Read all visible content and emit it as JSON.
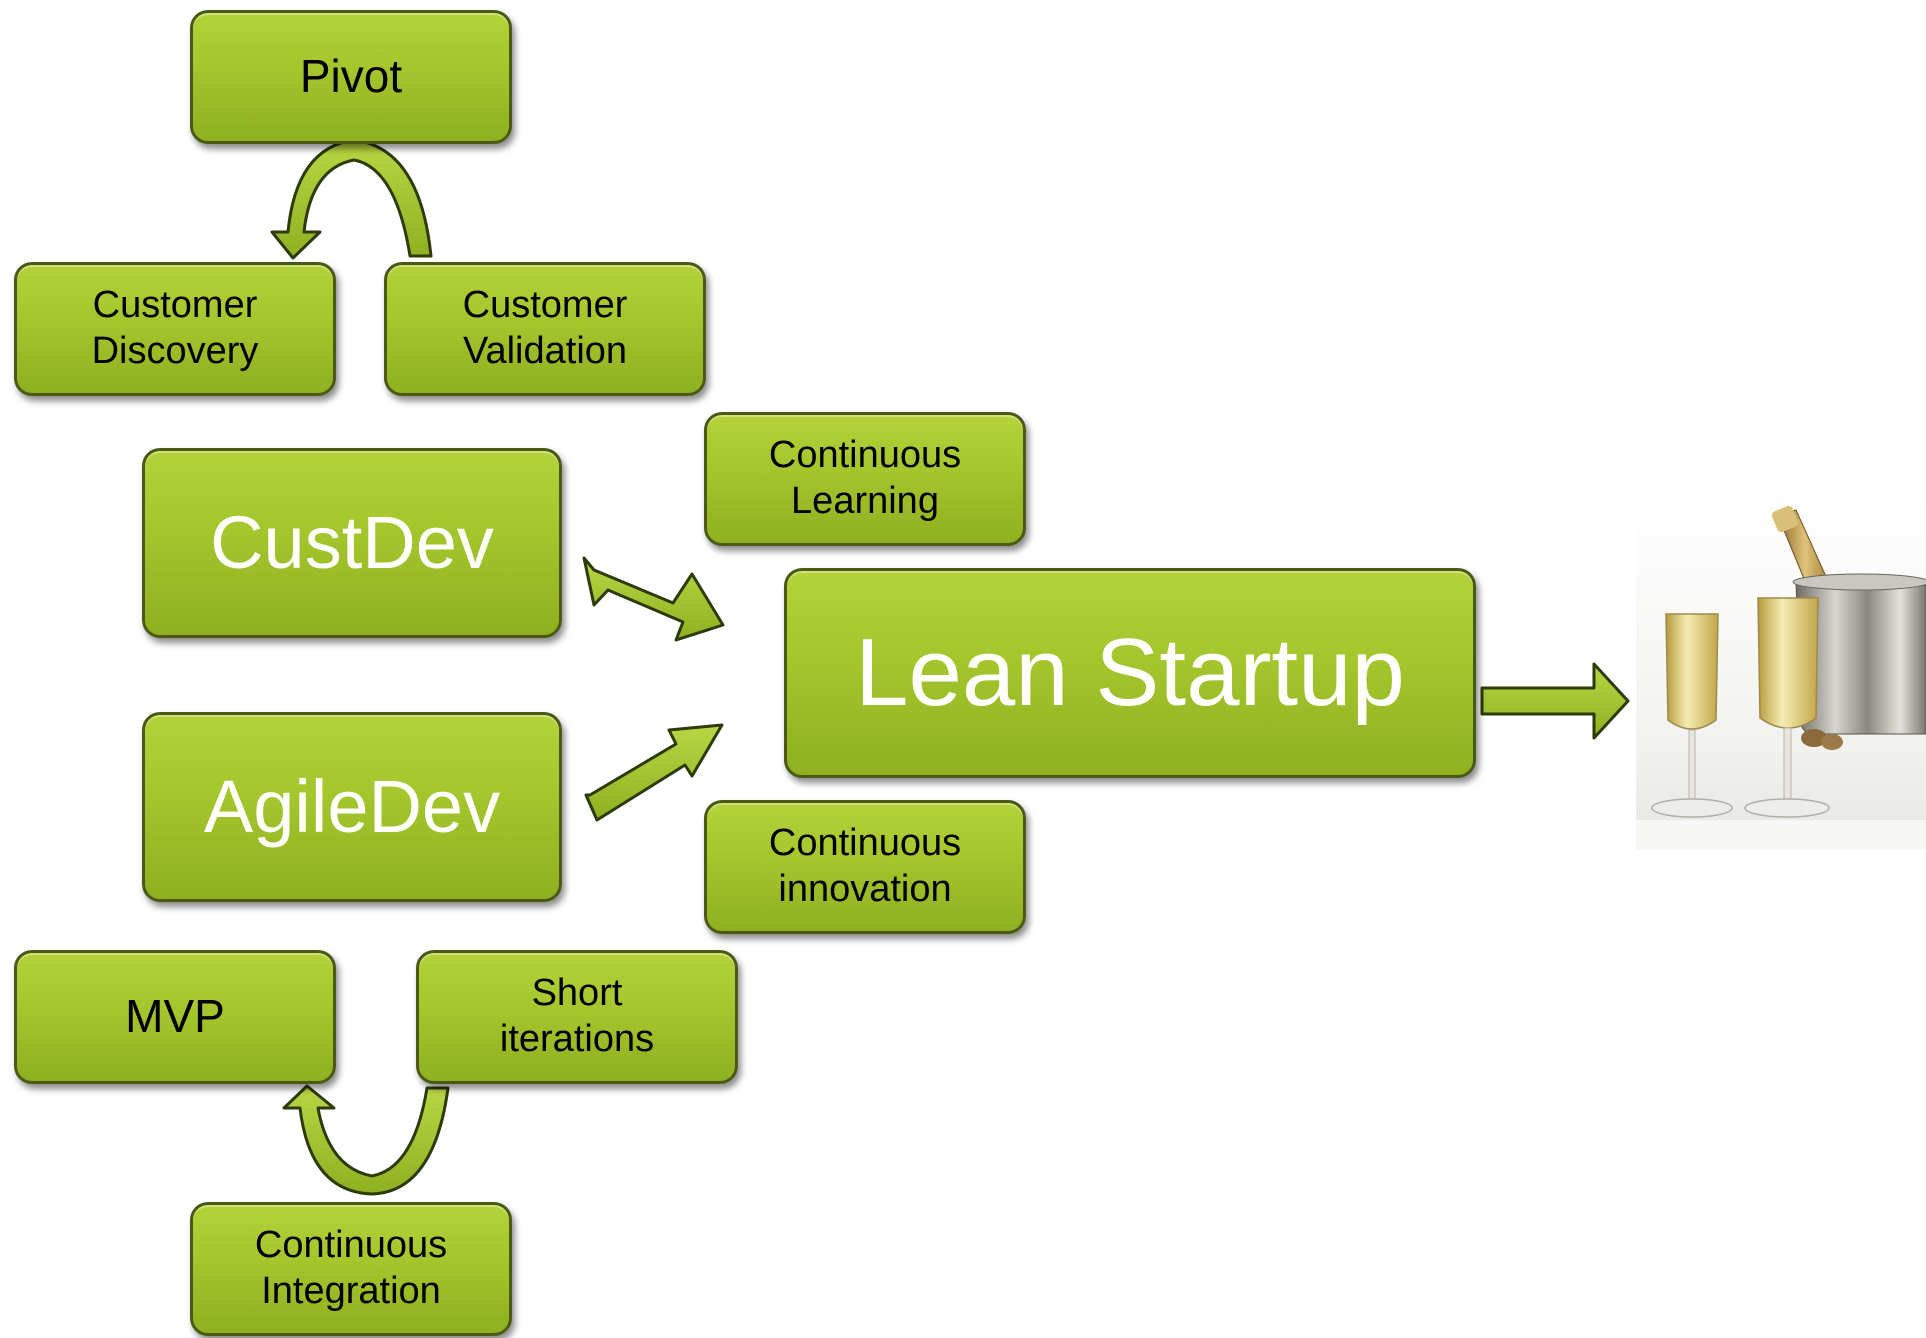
{
  "nodes": {
    "pivot": "Pivot",
    "customer_discovery": "Customer\nDiscovery",
    "customer_validation": "Customer\nValidation",
    "custdev": "CustDev",
    "agiledev": "AgileDev",
    "continuous_learning": "Continuous\nLearning",
    "lean_startup": "Lean Startup",
    "continuous_innovation": "Continuous\ninnovation",
    "mvp": "MVP",
    "short_iterations": "Short\niterations",
    "continuous_integration": "Continuous\nIntegration"
  },
  "colors": {
    "box_fill": "#a4c52c",
    "box_border": "#4a5a14",
    "arrow_fill": "#9fc030"
  },
  "image": {
    "subject": "champagne-celebration"
  }
}
